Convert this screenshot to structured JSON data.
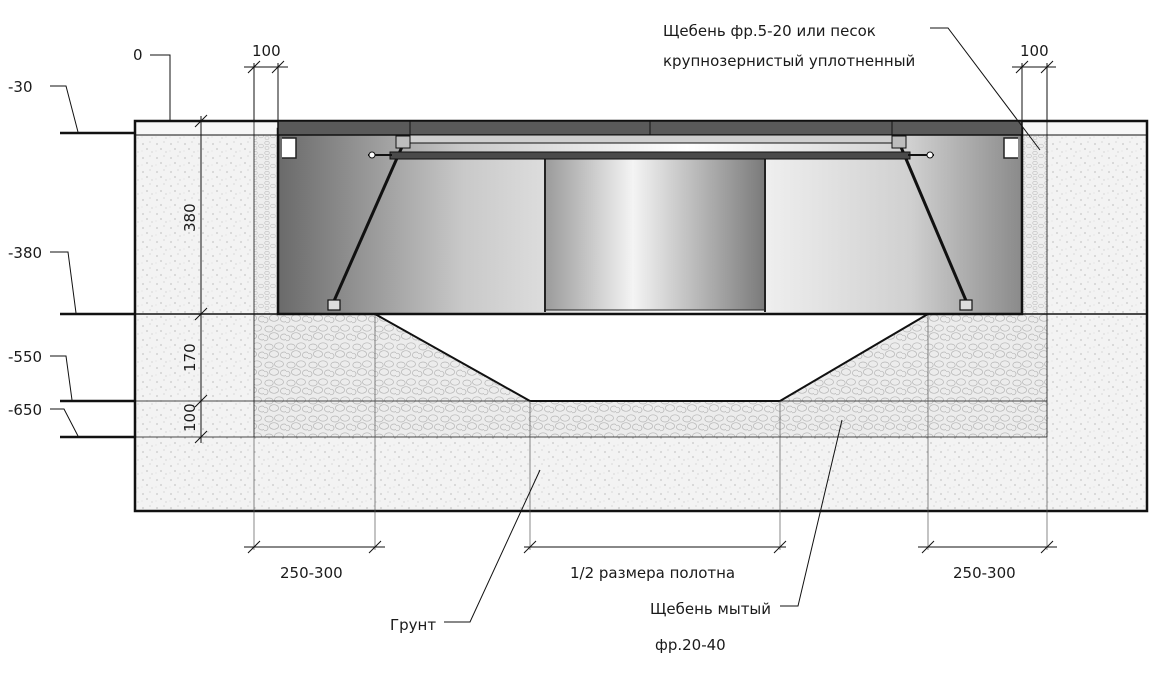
{
  "levels": {
    "l0": "0",
    "l30": "-30",
    "l380": "-380",
    "l550": "-550",
    "l650": "-650"
  },
  "dimensions": {
    "d380": "380",
    "d170": "170",
    "d100_side": "100",
    "d100_top_left": "100",
    "d100_top_right": "100",
    "bottom_left": "250-300",
    "bottom_center": "1/2 размера полотна",
    "bottom_right": "250-300"
  },
  "notes": {
    "top_line1": "Щебень фр.5-20 или песок",
    "top_line2": "крупнозернистый уплотненный",
    "soil": "Грунт",
    "washed_line1": "Щебень мытый",
    "washed_line2": "фр.20-40"
  },
  "colors": {
    "line": "#111111",
    "sand": "#f2f2f2",
    "gravel": "#e8e8e8",
    "grate": "#5a5a5a"
  }
}
